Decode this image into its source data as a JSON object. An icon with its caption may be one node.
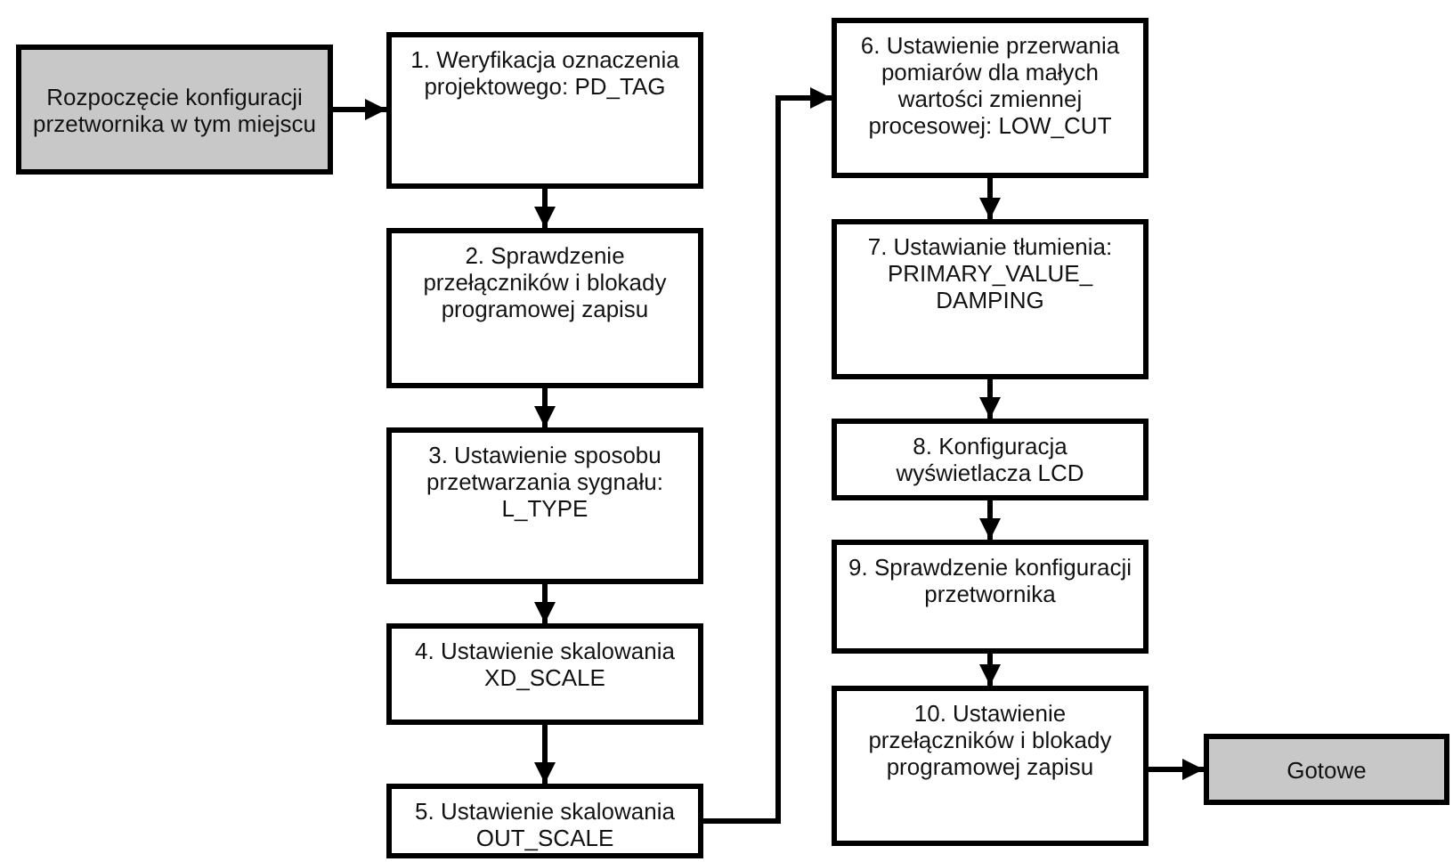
{
  "diagram": {
    "nodes": [
      {
        "text": [
          "Rozpoczęcie konfiguracji przetwornika w tym miejscu"
        ]
      },
      {
        "text": [
          "1. Weryfikacja oznaczenia projektowego: PD_TAG"
        ]
      },
      {
        "text": [
          "2. Sprawdzenie przełączników i blokady programowej zapisu"
        ]
      },
      {
        "text": [
          "3.  Ustawienie sposobu przetwarzania sygnału: L_TYPE"
        ]
      },
      {
        "text": [
          "4. Ustawienie skalowania XD_SCALE"
        ]
      },
      {
        "text": [
          "5. Ustawienie skalowania OUT_SCALE"
        ]
      },
      {
        "text": [
          "6. Ustawienie przerwania pomiarów dla małych wartości zmiennej procesowej: LOW_CUT"
        ]
      },
      {
        "text": [
          "7. Ustawianie tłumienia: PRIMARY_VALUE_ DAMPING"
        ]
      },
      {
        "text": [
          "8. Konfiguracja wyświetlacza LCD"
        ]
      },
      {
        "text": [
          "9. Sprawdzenie konfiguracji przetwornika"
        ]
      },
      {
        "text": [
          "10. Ustawienie przełączników i blokady programowej zapisu"
        ]
      },
      {
        "text": [
          "Gotowe"
        ]
      }
    ],
    "edges": [
      {
        "from": 0,
        "to": 1,
        "arrow": "to"
      },
      {
        "from": 1,
        "to": 2,
        "arrow": "to"
      },
      {
        "from": 2,
        "to": 3,
        "arrow": "to"
      },
      {
        "from": 3,
        "to": 4,
        "arrow": "to"
      },
      {
        "from": 4,
        "to": 5,
        "arrow": "to"
      },
      {
        "from": 5,
        "to": 6,
        "arrow": "to"
      },
      {
        "from": 6,
        "to": 7,
        "arrow": "to"
      },
      {
        "from": 7,
        "to": 8,
        "arrow": "to"
      },
      {
        "from": 8,
        "to": 9,
        "arrow": "to"
      },
      {
        "from": 9,
        "to": 10,
        "arrow": "to"
      },
      {
        "from": 10,
        "to": 11,
        "arrow": "to"
      }
    ]
  }
}
